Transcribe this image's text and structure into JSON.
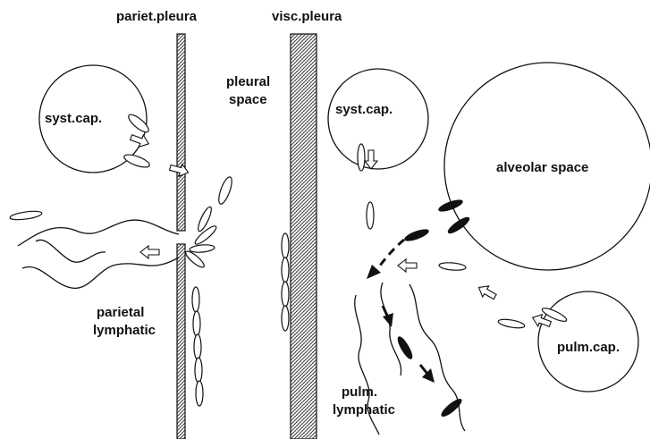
{
  "labels": {
    "pariet_pleura": "pariet.pleura",
    "visc_pleura": "visc.pleura",
    "pleural_space_1": "pleural",
    "pleural_space_2": "space",
    "syst_cap_left": "syst.cap.",
    "syst_cap_right": "syst.cap.",
    "alveolar_space": "alveolar space",
    "pulm_cap": "pulm.cap.",
    "parietal_lymphatic_1": "parietal",
    "parietal_lymphatic_2": "lymphatic",
    "pulm_lymphatic_1": "pulm.",
    "pulm_lymphatic_2": "lymphatic"
  },
  "colors": {
    "ink": "#111111",
    "background": "#ffffff",
    "membrane_fill": "hatched"
  }
}
